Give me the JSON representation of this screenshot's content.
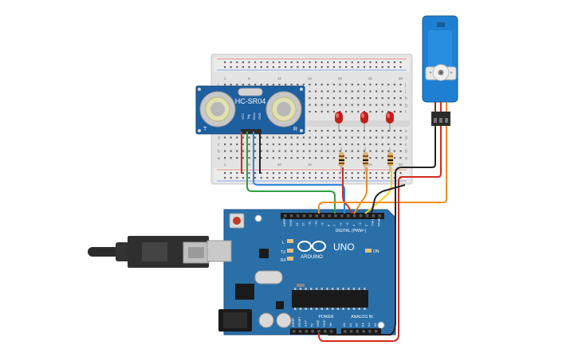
{
  "sensor": {
    "label": "HC-SR04",
    "left_mark": "T",
    "right_mark": "R",
    "pins": [
      "VCC",
      "Trig",
      "Echo",
      "GND"
    ]
  },
  "arduino": {
    "logo": "ARDUINO",
    "model": "UNO",
    "digital_header": "DIGITAL (PWM~)",
    "analog_header": "ANALOG IN",
    "power_header": "POWER",
    "on_label": "ON",
    "tx_label": "TX",
    "rx_label": "RX",
    "l_label": "L",
    "digital_pins": [
      "AREF",
      "GND",
      "13",
      "12",
      "~11",
      "~10",
      "~9",
      "8",
      "7",
      "~6",
      "~5",
      "4",
      "~3",
      "2",
      "TX▸1",
      "RX◂0"
    ],
    "power_pins": [
      "IOREF",
      "RESET",
      "3.3V",
      "5V",
      "GND",
      "GND",
      "Vin"
    ],
    "analog_pins": [
      "A0",
      "A1",
      "A2",
      "A3",
      "A4",
      "A5"
    ]
  },
  "breadboard": {
    "row_letters_top": [
      "j",
      "i",
      "h",
      "g",
      "f"
    ],
    "row_letters_bottom": [
      "e",
      "d",
      "c",
      "b",
      "a"
    ],
    "col_numbers": [
      "1",
      "5",
      "10",
      "15",
      "20",
      "25",
      "30"
    ]
  },
  "colors": {
    "board_blue": "#2a6fa8",
    "wire_red": "#d42b1e",
    "wire_black": "#222222",
    "wire_orange": "#f28c1a",
    "wire_yellow": "#f2d21a",
    "wire_green": "#2ea043",
    "wire_blue": "#2e86de",
    "led_red": "#c0201a",
    "servo_blue": "#1f7fd0"
  }
}
